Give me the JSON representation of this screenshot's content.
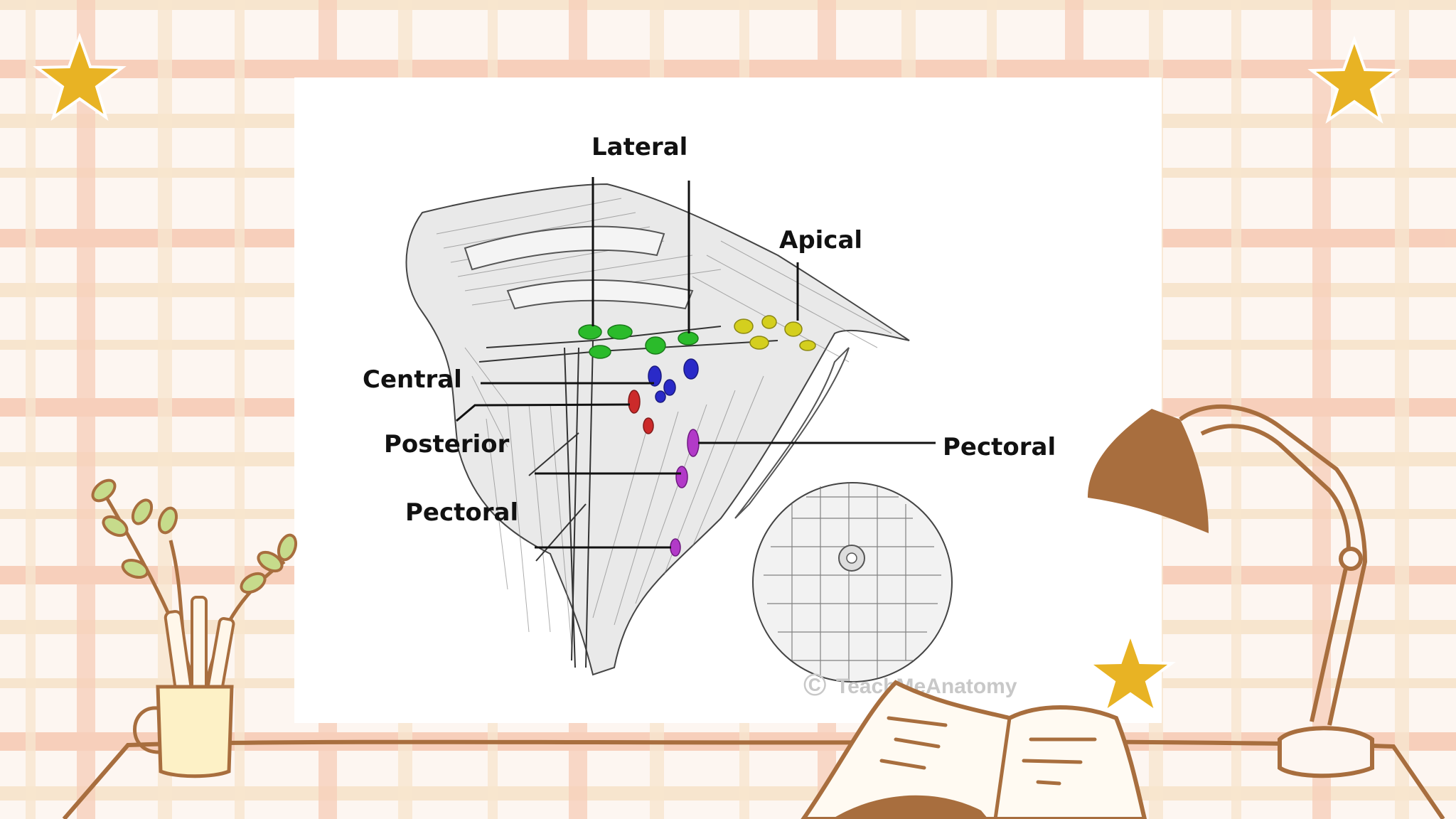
{
  "colors": {
    "background": "#fdf6f1",
    "plaid_peach": "#f6c9b2",
    "plaid_cream": "#f7e3c9",
    "ink_brown": "#a86e3e",
    "star_gold": "#e8b324",
    "card": "#ffffff",
    "lymph_lateral": "#2bbb2b",
    "lymph_apical": "#d4cf1e",
    "lymph_central": "#2a2ac8",
    "lymph_posterior": "#cc2a2a",
    "lymph_pectoral": "#b23ac8"
  },
  "diagram": {
    "labels": {
      "lateral": "Lateral",
      "apical": "Apical",
      "central": "Central",
      "posterior": "Posterior",
      "pectoral_right": "Pectoral",
      "pectoral_left": "Pectoral"
    },
    "watermark": "TeachMeAnatomy",
    "watermark_symbol": "©"
  },
  "icons": {
    "stars": [
      "star-icon",
      "star-icon",
      "star-icon"
    ],
    "plant": "potted-plant-icon",
    "lamp": "desk-lamp-icon",
    "book": "open-book-icon"
  }
}
